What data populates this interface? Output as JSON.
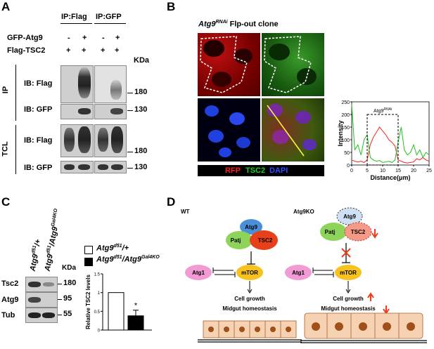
{
  "panels": {
    "a": "A",
    "b": "B",
    "c": "C",
    "d": "D"
  },
  "panelA": {
    "ip_flag": "IP:Flag",
    "ip_gfp": "IP:GFP",
    "row_gfp_atg9": "GFP-Atg9",
    "row_flag_tsc2": "Flag-TSC2",
    "signs_gfp": [
      "-",
      "+",
      "-",
      "+"
    ],
    "signs_flag": [
      "+",
      "+",
      "+",
      "+"
    ],
    "kda": "KDa",
    "ip_side": "IP",
    "tcl_side": "TCL",
    "ib_flag": "IB: Flag",
    "ib_gfp": "IB: GFP",
    "ib_flag_2": "IB: Flag",
    "ib_gfp_2": "IB: GFP",
    "mw_180": "180",
    "mw_130": "130",
    "mw_180_b": "180",
    "mw_130_b": "130"
  },
  "panelB": {
    "title_gene": "Atg9",
    "title_sup": "RNAi",
    "title_rest": " Flp-out clone",
    "legend_rfp": "RFP",
    "legend_tsc2": "TSC2",
    "legend_dapi": "DAPI",
    "colors": {
      "rfp": "#ff2020",
      "tsc2": "#20d020",
      "dapi": "#3050ff"
    }
  },
  "panelC": {
    "lane1_a": "Atg9",
    "lane1_sup": "d51",
    "lane1_b": "/+",
    "lane2_a": "Atg9",
    "lane2_sup": "d51",
    "lane2_b": "/Atg9",
    "lane2_sup2": "Gal4KO",
    "kda": "KDa",
    "rows": [
      "Tsc2",
      "Atg9",
      "Tub"
    ],
    "mws": [
      "180",
      "95",
      "55"
    ],
    "legend1_a": "Atg9",
    "legend1_sup": "d51",
    "legend1_b": "/+",
    "legend2_a": "Atg9",
    "legend2_sup": "d51",
    "legend2_b": "/Atg9",
    "legend2_sup2": "Gal4KO",
    "ylabel": "Relative TSC2 levels",
    "star": "*"
  },
  "panelD": {
    "wt": "WT",
    "ko": "Atg9KO",
    "atg9": "Atg9",
    "patj": "Patj",
    "tsc2": "TSC2",
    "atg1": "Atg1",
    "mtor": "mTOR",
    "wt_atg9": "Atg9",
    "wt_patj": "Patj",
    "wt_tsc2": "TSC2",
    "wt_atg1": "Atg1",
    "wt_mtor": "mTOR",
    "growth": "Cell growth",
    "homeo": "Midgut homeostasis",
    "wt_growth": "Cell growth",
    "wt_homeo": "Midgut homeostasis"
  },
  "chart_data": [
    {
      "type": "line",
      "xlabel": "Distance(μm)",
      "ylabel": "Intensity",
      "annotation_main": "Atg9",
      "annotation_sup": "RNAi",
      "xlim": [
        0,
        25
      ],
      "ylim": [
        0,
        250
      ],
      "xticks": [
        0,
        5,
        10,
        15,
        20,
        25
      ],
      "yticks": [
        0,
        50,
        100,
        150,
        200,
        250
      ],
      "series": [
        {
          "color": "#ff2020",
          "x": [
            0,
            1,
            2,
            3,
            4,
            5,
            6,
            7,
            8,
            9,
            10,
            11,
            12,
            13,
            14,
            15,
            16,
            17,
            18,
            19,
            20,
            21,
            22,
            23,
            24,
            25
          ],
          "y": [
            20,
            15,
            12,
            15,
            10,
            20,
            80,
            110,
            130,
            150,
            135,
            120,
            100,
            90,
            75,
            20,
            15,
            10,
            8,
            10,
            12,
            25,
            20,
            30,
            20,
            15
          ]
        },
        {
          "color": "#20c020",
          "x": [
            0,
            1,
            2,
            3,
            4,
            5,
            6,
            7,
            8,
            9,
            10,
            11,
            12,
            13,
            14,
            15,
            16,
            17,
            18,
            19,
            20,
            21,
            22,
            23,
            24,
            25
          ],
          "y": [
            240,
            60,
            80,
            40,
            100,
            120,
            30,
            20,
            15,
            18,
            10,
            12,
            15,
            10,
            20,
            90,
            150,
            60,
            40,
            50,
            80,
            40,
            60,
            30,
            50,
            40
          ]
        }
      ]
    },
    {
      "type": "bar",
      "categories": [
        "Atg9d51/+",
        "Atg9d51/Atg9Gal4KO"
      ],
      "values": [
        1.0,
        0.38
      ],
      "errors": [
        0,
        0.15
      ],
      "ylabel": "Relative TSC2 levels",
      "ylim": [
        0,
        1.5
      ],
      "yticks": [
        0,
        0.5,
        1,
        1.5
      ],
      "ytick_labels": [
        "0",
        "0.5",
        "1",
        "1.5"
      ]
    }
  ]
}
